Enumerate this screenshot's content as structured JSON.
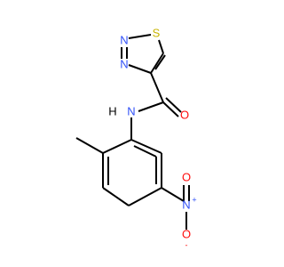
{
  "atoms": {
    "s1": {
      "text": "S"
    },
    "n2": {
      "text": "N"
    },
    "n3": {
      "text": "N"
    },
    "nh": {
      "text": "N"
    },
    "h": {
      "text": "H"
    },
    "o_amide": {
      "text": "O"
    },
    "n_nitro": {
      "text": "N"
    },
    "n_nitro_charge": {
      "text": "+"
    },
    "o_nitro_top": {
      "text": "O"
    },
    "o_nitro_bottom": {
      "text": "O"
    },
    "o_nitro_charge": {
      "text": "-"
    }
  },
  "colors": {
    "bond": "#000000",
    "nitrogen": "#3050f8",
    "oxygen": "#ff0d0d",
    "sulfur": "#c8b400",
    "carbon": "#000000"
  }
}
